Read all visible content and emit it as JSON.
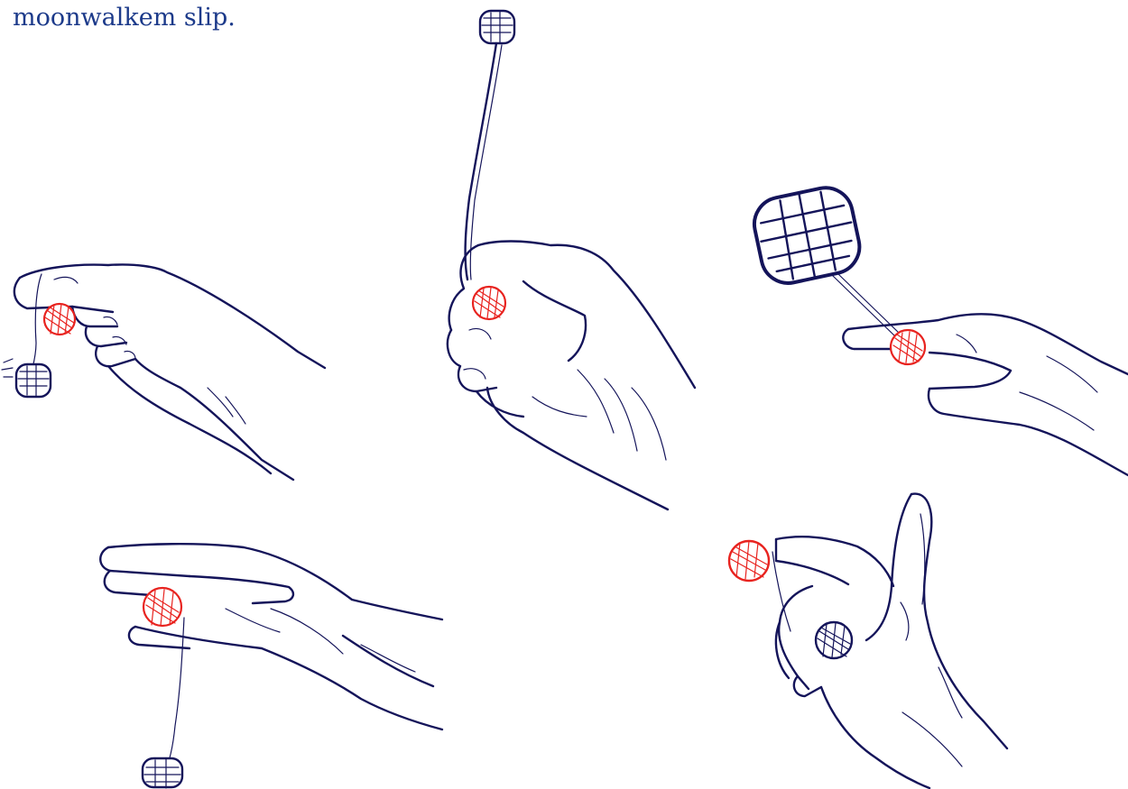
{
  "caption": "moonwalkem slip.",
  "colors": {
    "caption_text": "#1c3a8a",
    "ink": "#14145a",
    "counterweight_highlight": "#e8231f"
  },
  "illustrations": [
    {
      "pose": "fingers-pointing-left-counterweight-dangling",
      "highlighted": "red-knot-at-fingertips",
      "icon": "monkey-fist-knot"
    },
    {
      "pose": "fist-raised-string-vertical",
      "highlighted": "red-knot-in-fist",
      "icon": "monkey-fist-knot"
    },
    {
      "pose": "two-fingers-pinching-large-knot-tilted",
      "highlighted": "red-knot-between-fingers",
      "icon": "monkey-fist-knot"
    },
    {
      "pose": "open-palm-knot-under-thumb-string-hanging",
      "highlighted": "red-knot-under-thumb",
      "icon": "monkey-fist-knot"
    },
    {
      "pose": "thumb-up-hand-knot-on-fingertip",
      "highlighted": "red-knot-on-fingertip",
      "icon": "monkey-fist-knot"
    }
  ]
}
